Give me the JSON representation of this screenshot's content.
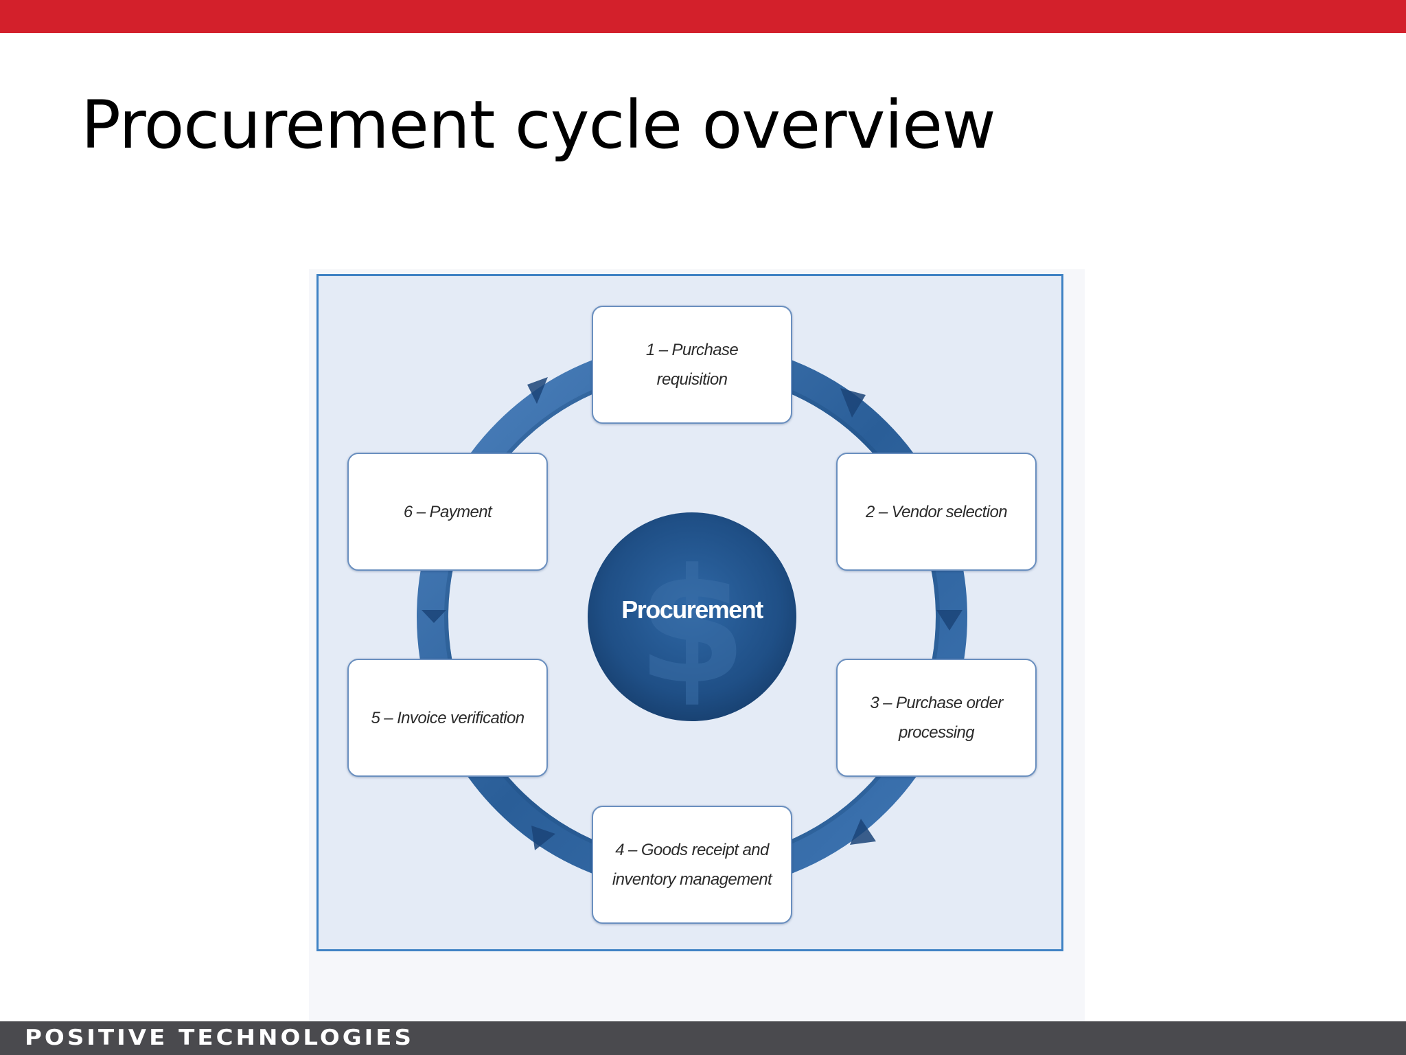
{
  "slide": {
    "title": "Procurement cycle overview",
    "accent_color": "#d3202b",
    "footer_color": "#4a4a4e"
  },
  "diagram": {
    "hub_label": "Procurement",
    "hub_icon": "dollar-sign-icon",
    "steps": [
      {
        "label": "1 – Purchase requisition"
      },
      {
        "label": "2 – Vendor selection"
      },
      {
        "label": "3 – Purchase order processing"
      },
      {
        "label": "4 – Goods receipt and inventory management"
      },
      {
        "label": "5 – Invoice verification"
      },
      {
        "label": "6 – Payment"
      }
    ],
    "ring_color": "#2a5e98",
    "hub_color": "#1f4f86",
    "background_color": "#e4ebf6"
  },
  "footer": {
    "brand": "POSITIVE TECHNOLOGIES"
  }
}
